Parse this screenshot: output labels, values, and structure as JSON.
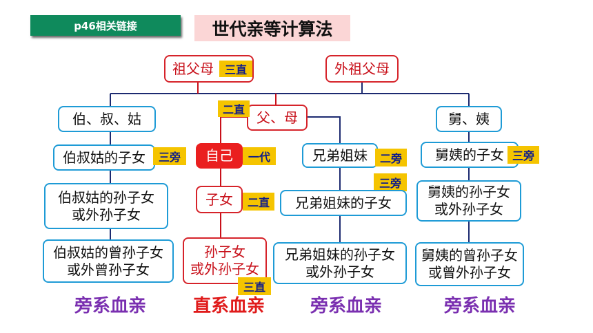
{
  "header": {
    "link_label": "p46相关链接",
    "title": "世代亲等计算法"
  },
  "nodes": {
    "grandparents": "祖父母",
    "maternal_grandparents": "外祖父母",
    "uncles_aunts": "伯、叔、姑",
    "parents": "父、母",
    "maternal_uncles_aunts": "舅、姨",
    "cousins_paternal": "伯叔姑的子女",
    "self": "自己",
    "siblings": "兄弟姐妹",
    "cousins_maternal": "舅姨的子女",
    "grand_cousins_paternal": "伯叔姑的孙子女\n或外孙子女",
    "children": "子女",
    "siblings_children": "兄弟姐妹的子女",
    "grand_cousins_maternal": "舅姨的孙子女\n或外孙子女",
    "great_grand_cousins_paternal": "伯叔姑的曾孙子女\n或外曾孙子女",
    "grandchildren": "孙子女\n或外孙子女",
    "siblings_grandchildren": "兄弟姐妹的孙子女\n或外孙子女",
    "great_grand_cousins_maternal": "舅姨的曾孙子女\n或曾外孙子女"
  },
  "tags": {
    "grandparents": "三直",
    "parents": "二直",
    "cousins_paternal": "三旁",
    "self": "一代",
    "siblings": "二旁",
    "cousins_maternal": "三旁",
    "siblings_children": "三旁",
    "children": "二直",
    "grandchildren": "三直"
  },
  "footer": {
    "col1": "旁系血亲",
    "col2": "直系血亲",
    "col3": "旁系血亲",
    "col4": "旁系血亲"
  },
  "colors": {
    "link_bg": "#0f8a5c",
    "title_bg": "#fbd6d6",
    "box_border_blue": "#1e9bd6",
    "box_border_red": "#d6232a",
    "tag_bg": "#f5c400",
    "tag_text": "#0d1b8c",
    "connector_dark": "#1c2a70",
    "connector_red": "#c8101a",
    "footer_collateral": "#7a2fb0",
    "footer_lineal": "#e01b1b"
  }
}
